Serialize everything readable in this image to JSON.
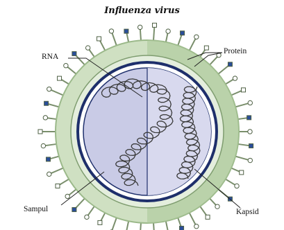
{
  "diagram": {
    "title": "Influenza virus",
    "labels": {
      "rna": "RNA",
      "protein": "Protein",
      "sampul": "Sampul",
      "kapsid": "Kapsid"
    },
    "colors": {
      "envelope_light": "#d9e8cf",
      "envelope_dark": "#8fb07c",
      "membrane": "#b9cfae",
      "capsid_ring": "#1e2f6b",
      "core_fill": "#c9cbe6",
      "rna_coil": "#3a3a3a",
      "spike_blue": "#2a4e9a"
    }
  }
}
